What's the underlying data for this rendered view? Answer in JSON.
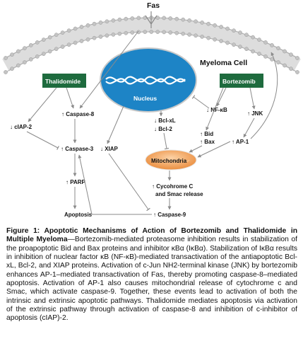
{
  "diagram": {
    "labels": {
      "fas": "Fas",
      "myeloma_cell": "Myeloma Cell",
      "thalidomide": "Thalidomide",
      "bortezomib": "Bortezomib",
      "nucleus": "Nucleus",
      "caspase8": "↑ Caspase-8",
      "nfkb": "↓ NF-κB",
      "jnk": "↑ JNK",
      "ciap2": "↓ cIAP-2",
      "bclxl": "↓ Bcl-xL",
      "bcl2": "↓ Bcl-2",
      "bid": "↑ Bid",
      "bax": "↑ Bax",
      "ap1": "↑ AP-1",
      "caspase3": "↑ Caspase-3",
      "xiap": "↓ XIAP",
      "mitochondria": "Mitochondria",
      "cytochrome_line1": "↑ Cycohrome C",
      "cytochrome_line2": "and Smac release",
      "parp": "↑ PARP",
      "apoptosis": "Apoptosis",
      "caspase9": "↑ Caspase-9"
    },
    "colors": {
      "membrane": "#d4d4d4",
      "nucleus": "#1d84c6",
      "drug_box": "#1e6b3e",
      "mitochondria": "#f0a25a"
    }
  },
  "caption": {
    "title": "Figure 1: Apoptotic Mechanisms of Action of Bortezomib and Thalidomide in Multiple Myeloma",
    "body": "—Bortezomib-mediated proteasome inhibition results in stabilization of the proapoptotic Bid and Bax proteins and inhibitor κBα (IκBα). Stabilization of IκBα results in inhibition of nuclear factor κB (NF-κB)-mediated transactivation of the antiapoptotic Bcl-xL, Bcl-2, and XIAP proteins. Activation of c-Jun NH2-terminal kinase (JNK) by bortezomib enhances AP-1–mediated transactivation of Fas, thereby promoting caspase-8–mediated apoptosis. Activation of AP-1 also causes mitochondrial release of cytochrome c and Smac, which activate caspase-9. Together, these events lead to activation of both the intrinsic and extrinsic apoptotic pathways. Thalidomide mediates apoptosis via activation of the extrinsic pathway through activation of caspase-8 and inhibition of c-inhibitor of apoptosis (cIAP)-2."
  }
}
